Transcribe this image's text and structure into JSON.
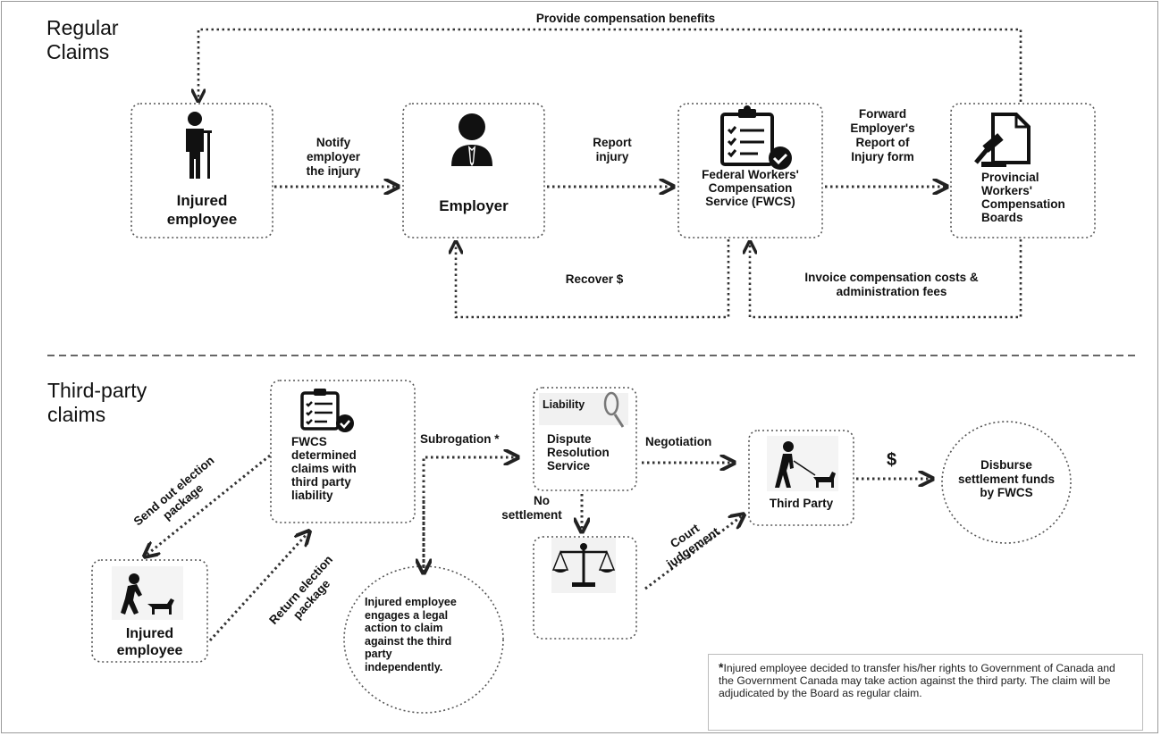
{
  "sections": {
    "regular_title_line1": "Regular",
    "regular_title_line2": "Claims",
    "third_party_title_line1": "Third-party",
    "third_party_title_line2": "claims"
  },
  "regular": {
    "injured_employee_line1": "Injured",
    "injured_employee_line2": "employee",
    "employer": "Employer",
    "fwcs_line1": "Federal Workers'",
    "fwcs_line2": "Compensation",
    "fwcs_line3": "Service  (FWCS)",
    "provincial_line1": "Provincial",
    "provincial_line2": "Workers'",
    "provincial_line3": "Compensation",
    "provincial_line4": "Boards",
    "arrow_provide_benefits": "Provide compensation benefits",
    "arrow_notify_line1": "Notify",
    "arrow_notify_line2": "employer",
    "arrow_notify_line3": "the injury",
    "arrow_report_line1": "Report",
    "arrow_report_line2": "injury",
    "arrow_forward_line1": "Forward",
    "arrow_forward_line2": "Employer's",
    "arrow_forward_line3": "Report of",
    "arrow_forward_line4": "Injury form",
    "arrow_recover": "Recover $",
    "arrow_invoice_line1": "Invoice compensation costs &",
    "arrow_invoice_line2": "administration fees"
  },
  "third_party": {
    "fwcs_line1": "FWCS",
    "fwcs_line2": "determined",
    "fwcs_line3": "claims  with",
    "fwcs_line4": "third party",
    "fwcs_line5": "liability",
    "injured_line1": "Injured",
    "injured_line2": "employee",
    "legal_action_line1": "Injured employee",
    "legal_action_line2": "engages a legal",
    "legal_action_line3": "action to claim",
    "legal_action_line4": "against the third",
    "legal_action_line5": "party",
    "legal_action_line6": "independently.",
    "dispute_line1": "Dispute",
    "dispute_line2": "Resolution",
    "dispute_line3": "Service",
    "liability_icon_text": "Liability",
    "third_party": "Third Party",
    "disburse_line1": "Disburse",
    "disburse_line2": "settlement funds",
    "disburse_line3": "by FWCS",
    "arrow_send_line1": "Send out election",
    "arrow_send_line2": "package",
    "arrow_return_line1": "Return election",
    "arrow_return_line2": "package",
    "arrow_subrogation": "Subrogation *",
    "arrow_negotiation": "Negotiation",
    "arrow_no_settlement_line1": "No",
    "arrow_no_settlement_line2": "settlement",
    "arrow_court_line1": "Court",
    "arrow_court_line2": "judgement",
    "dollar_sign": "$"
  },
  "footnote": {
    "asterisk": "*",
    "text": "Injured employee decided to transfer his/her rights to Government  of Canada and the Government  Canada may take action against the third party. The claim will be adjudicated by the Board as regular claim."
  }
}
